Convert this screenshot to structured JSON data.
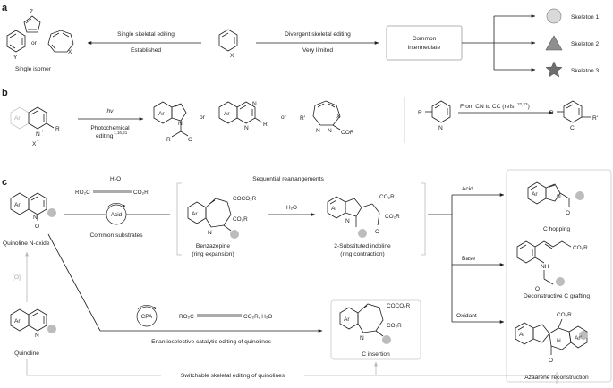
{
  "panel_a": {
    "label": "a",
    "ring_z": "Z",
    "ring_y": "Y",
    "ring_x": "X",
    "left_or": "or",
    "single_isomer": "Single isomer",
    "arrow_left_top": "Single skeletal editing",
    "arrow_left_bottom": "Established",
    "center_x": "X",
    "arrow_right_top": "Divergent skeletal editing",
    "arrow_right_bottom": "Very limited",
    "box_line1": "Common",
    "box_line2": "intermediate",
    "skeletons": [
      "Skeleton 1",
      "Skeleton 2",
      "Skeleton 3"
    ]
  },
  "panel_b": {
    "label": "b",
    "n_plus": "N",
    "plus": "+",
    "x_minus": "X",
    "minus": "−",
    "r_sub": "R",
    "ar": "Ar",
    "hv": "hν",
    "photo_line1": "Photochemical",
    "photo_line2": "editing",
    "photo_refs": "1,16,21",
    "or1": "or",
    "or2": "or",
    "n": "N",
    "o": "O",
    "r_prime": "R′",
    "x": "X",
    "cor": "COR",
    "right_arrow_text": "From CN to CC (refs. ",
    "right_arrow_refs": "22,23",
    "right_arrow_close": ")",
    "c": "C",
    "r_prime2": "R′"
  },
  "panel_c": {
    "label": "c",
    "h2o_top": "H₂O",
    "diester_left": "RO₂C",
    "diester_right": "CO₂R",
    "acid_circle": "Acid",
    "common_substrates": "Common substrates",
    "quinoline_n_oxide": "Quinoline N-oxide",
    "o_minus": "O",
    "sequential": "Sequential rearrangements",
    "benzazepine": "Benzazepine",
    "ring_expansion": "(ring expansion)",
    "coco2r": "COCO₂R",
    "co2r": "CO₂R",
    "h2o_mid": "H₂O",
    "indoline": "2-Substituted indoline",
    "ring_contraction": "(ring contraction)",
    "acid_branch": "Acid",
    "base_branch": "Base",
    "oxidant_branch": "Oxidant",
    "c_hopping": "C hopping",
    "nh": "NH",
    "deconstructive": "Deconstructive C grafting",
    "azaarene": "Azaarene reconstruction",
    "ar_prime": "Ar′",
    "o_label": "O",
    "oxidation": "[O]",
    "quinoline": "Quinoline",
    "cpa": "CPA",
    "cpa_reagent_left": "RO₂C",
    "cpa_reagent_right": "CO₂R, H₂O",
    "enantioselective": "Enantioselective catalytic editing of quinolines",
    "c_insertion": "C insertion",
    "switchable": "Switchable skeletal editing of quinolines"
  },
  "colors": {
    "text": "#231f20",
    "highlight_dot": "#bcbcbc",
    "box_border": "#9a9a9a",
    "gray_arrow": "#b8b8b8"
  }
}
